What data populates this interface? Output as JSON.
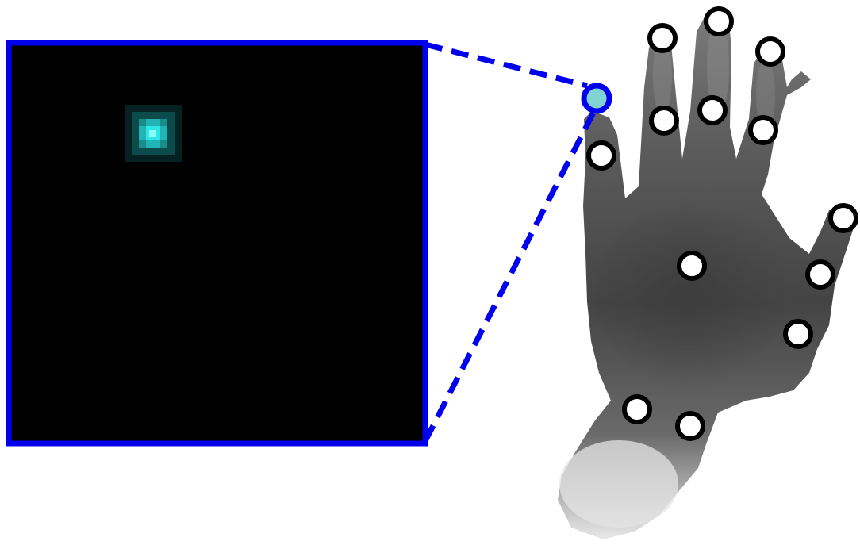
{
  "colors": {
    "background": "#ffffff",
    "inset_frame": "#0000ee",
    "inset_fill": "#000000",
    "heatmap_peak": "#2ee6e6",
    "joint_fill": "#ffffff",
    "joint_outline": "#000000",
    "selected_joint_fill": "#7fd3d3",
    "selected_joint_outline": "#0000ee",
    "hand_dark": "#3c3c3c",
    "hand_light": "#cfcfcf"
  },
  "joints": [
    {
      "name": "selected-fingertip",
      "selected": true
    },
    {
      "name": "thumb-tip"
    },
    {
      "name": "index-tip"
    },
    {
      "name": "index-mid"
    },
    {
      "name": "middle-tip"
    },
    {
      "name": "middle-mid"
    },
    {
      "name": "ring-tip"
    },
    {
      "name": "ring-mid"
    },
    {
      "name": "pinky-tip"
    },
    {
      "name": "pinky-mid"
    },
    {
      "name": "pinky-base"
    },
    {
      "name": "palm-center"
    },
    {
      "name": "wrist-left"
    },
    {
      "name": "wrist-right"
    }
  ]
}
